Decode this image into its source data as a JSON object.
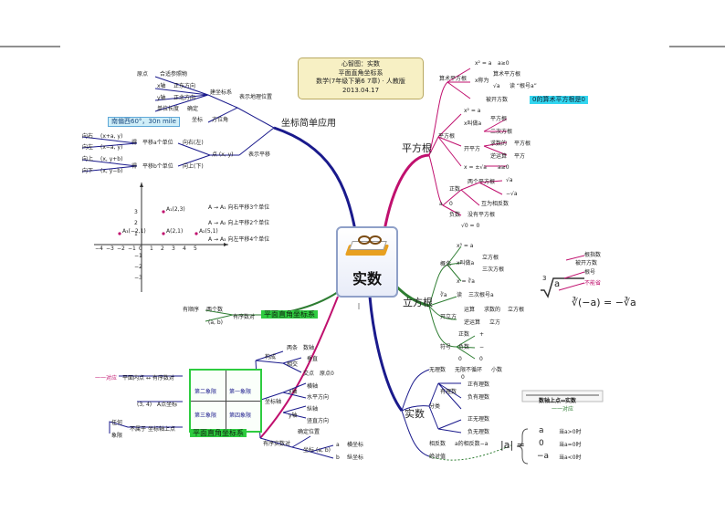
{
  "title_box": {
    "line1": "心智图：实数",
    "line2": "平面直角坐标系",
    "line3": "数学(7年级下第6 7章) · 人教版",
    "line4": "2013.04.17"
  },
  "center": {
    "label": "实数"
  },
  "branches": {
    "sqrt": "平方根",
    "cube": "立方根",
    "real": "实数",
    "coord_app": "坐标简单应用"
  },
  "sqrt_branch": {
    "arith": "算术平方根",
    "x2a": "x² = a",
    "a_ge0": "a≥0",
    "sqrt_a": "√a",
    "read_as": "读 “根号a”",
    "arith_sqrt": "算术平方根",
    "x_call": "x称为",
    "radicand": "被开方数",
    "zero_note": "0的算术平方根是0",
    "sqrt_node": "平方根",
    "x2a_b": "x² = a",
    "x_is_a": "x叫做a",
    "sq_root": "平方根",
    "square": "二次方根",
    "kaipingfang": "开平方",
    "qiu": "求数的",
    "pingfanggen": "平方根",
    "inverse": "逆运算",
    "pingfang": "平方",
    "formula": "x = ±√a",
    "a_ge0_b": "a≥0",
    "a_node": "a",
    "zheng": "正数",
    "two_roots": "两个平方根",
    "pos_root": "√a",
    "neg_root": "−√a",
    "opposite": "互为相反数",
    "zero": "0",
    "neg_num": "负数",
    "no_root": "没有平方根",
    "zero_eq": "√0 = 0"
  },
  "cube_branch": {
    "concept": "概念",
    "x3a": "x³ = a",
    "x_called_a": "x叫做a",
    "lifanggen": "立方根",
    "sanci": "三次方根",
    "x_cube": "x = ∛a",
    "cbrt_a": "∛a",
    "du": "读",
    "sanci_genhao": "三次根号a",
    "kailifang": "开立方",
    "yunsuan": "运算",
    "qiushu": "求数的",
    "lifanggen2": "立方根",
    "niyunsuan": "逆运算",
    "lifang": "立方",
    "sign": "符号",
    "zhengshu": "正数",
    "plus": "+",
    "fushu": "负数",
    "minus": "−",
    "zero": "0",
    "zero_val": "0",
    "root_index": "根指数",
    "radical": "根号",
    "beikai": "被开方数",
    "bunengsheng": "不能省",
    "n3": "3",
    "a_sym": "a",
    "id_formula": "∛(−a) = −∛a"
  },
  "real_branch": {
    "wuli": "无理数",
    "wuxian": "无限不循环",
    "xiaoshu": "小数",
    "fenlei": "分类",
    "zero": "0",
    "zheng_you": "正有理数",
    "fu_you": "负有理数",
    "youli": "有理数",
    "zheng_wu": "正无理数",
    "fu_wu": "负无理数",
    "xiangfanshu": "相反数",
    "a_xiang": "a的相反数−a",
    "juedui": "绝对值",
    "axis_label": "数轴上点↔实数",
    "yiyi": "一一对应",
    "abs_lhs": "|a| =",
    "case1_val": "a",
    "case1_cond": "当a>0时",
    "case2_val": "0",
    "case2_cond": "当a=0时",
    "case3_val": "−a",
    "case3_cond": "当a<0时"
  },
  "coord_app": {
    "yuandian": "原点",
    "xuan": "合适参照物",
    "xzhou": "x轴",
    "zhengdong": "正东方向",
    "yzhou": "y轴",
    "zhengbei": "正北方向",
    "danwei": "单位长度",
    "queding": "确定",
    "jianli": "建坐标系",
    "biaoshi": "表示地理位置",
    "zhuobiao": "坐标",
    "fangwei": "方位角",
    "blue_box": "南偏西60°，30n mile",
    "xiangyou": "向右",
    "r": "(x+a, y)",
    "xiangzuo": "向左",
    "l": "(x−a, y)",
    "xiangshang": "向上",
    "u": "(x, y+b)",
    "xiangxia": "向下",
    "d": "(x, y−b)",
    "de1": "得",
    "pingyi_x": "平移a个单位",
    "rl": "向右(左)",
    "dian": "点 (x, y)",
    "biaoshi_py": "表示平移",
    "de2": "得",
    "pingyi_y": "平移b个单位",
    "ud": "向上(下)",
    "m1": "A → A₁  向右平移3个单位",
    "m2": "A → A₂  向上平移2个单位",
    "m3": "A → A₃  向左平移4个单位"
  },
  "plane": {
    "youxu": "有序数对",
    "youxu_lbl": "有顺序",
    "liang": "两个数",
    "ab": "(a, b)",
    "green_title": "平面直角坐标系",
    "gouzao": "构成",
    "liangtiao": "两条",
    "shuzhou": "数轴",
    "xiangjiao": "相交",
    "chuizhi": "垂直",
    "jiaodian": "交点",
    "yuandian0": "原点0",
    "zuobiaozhou": "坐标轴",
    "hengzhou": "横轴",
    "xzhou": "x轴",
    "shuiping": "水平方向",
    "zongzhou": "纵轴",
    "yzhou": "y轴",
    "shuzhi": "竖直方向",
    "pingmian_dian": "平面内点 ↔ 有序数对",
    "yiyi": "一一对应",
    "a_zb": "A点坐标",
    "a_val": "(3, 4)",
    "zuobiao_pt": "坐标轴上点",
    "buxun": "不属于",
    "renhe": "任何",
    "xianxian": "象限",
    "youxu_shi": "有序实数对",
    "queding": "确定位置",
    "zb": "坐标",
    "ab2": "(a, b)",
    "a_heng": "a",
    "hengzb": "横坐标",
    "b_zong": "b",
    "zongzb": "纵坐标",
    "q1": "第一象限",
    "q2": "第二象限",
    "q3": "第三象限",
    "q4": "第四象限",
    "green_bottom": "平面直角坐标系"
  },
  "graph": {
    "pts": [
      {
        "name": "A₁(2,3)"
      },
      {
        "name": "A(2,1)"
      },
      {
        "name": "A₃(−2,1)"
      },
      {
        "name": "A₂(5,1)"
      }
    ],
    "x_ticks": [
      "−4",
      "−3",
      "−2",
      "−1",
      "0",
      "1",
      "2",
      "3",
      "4",
      "5"
    ],
    "y_ticks": [
      "3",
      "2",
      "1",
      "−1",
      "−2",
      "−3"
    ]
  },
  "colors": {
    "coord_branch": "#1a1a8c",
    "sqrt_branch": "#c0106e",
    "cube_branch": "#2e7d32",
    "real_branch": "#1a1a8c",
    "title_bg": "#f7f0c4",
    "cyan_tag": "#33d6f0",
    "green_tag": "#2ecc40"
  }
}
